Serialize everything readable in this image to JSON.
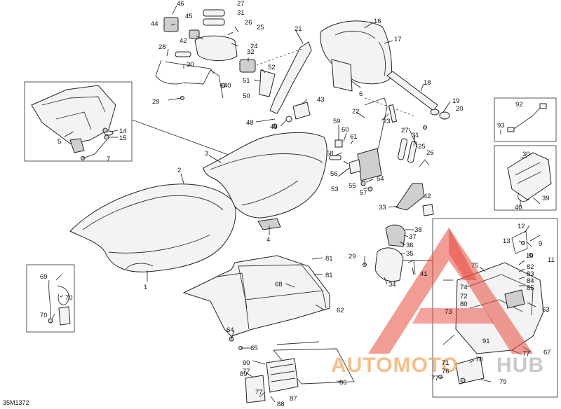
{
  "drawing_code": "35M1372",
  "watermark": {
    "text_part1": "AUTOMOTO",
    "text_part2": "HUB",
    "tri_color": "#e8453c"
  },
  "callouts": {
    "c1": "1",
    "c2": "2",
    "c3": "3",
    "c4": "4",
    "c5": "5",
    "c6": "6",
    "c7": "7",
    "c9": "9",
    "c10": "10",
    "c11": "11",
    "c12": "12",
    "c13": "13",
    "c14": "14",
    "c15": "15",
    "c16": "16",
    "c17": "17",
    "c18": "18",
    "c19": "19",
    "c20": "20",
    "c21": "21",
    "c22": "22",
    "c23": "23",
    "c24": "24",
    "c25": "25",
    "c26": "26",
    "c27": "27",
    "c28": "28",
    "c29": "29",
    "c30": "30",
    "c31": "31",
    "c32": "32",
    "c33": "33",
    "c34": "34",
    "c35": "35",
    "c36": "36",
    "c37": "37",
    "c38": "38",
    "c39": "39",
    "c40": "40",
    "c41": "41",
    "c42": "42",
    "c43": "43",
    "c44": "44",
    "c45": "45",
    "c46": "46",
    "c48": "48",
    "c49": "49",
    "c50": "50",
    "c51": "51",
    "c52": "52",
    "c53": "53",
    "c54": "54",
    "c55": "55",
    "c56": "56",
    "c57": "57",
    "c58": "58",
    "c59": "59",
    "c60": "60",
    "c61": "61",
    "c62": "62",
    "c63": "63",
    "c64": "64",
    "c65": "65",
    "c67": "67",
    "c68": "68",
    "c69": "69",
    "c70": "70",
    "c71": "71",
    "c72": "72",
    "c73": "73",
    "c74": "74",
    "c75": "75",
    "c76": "76",
    "c77": "77",
    "c78": "78",
    "c79": "79",
    "c80": "80",
    "c81": "81",
    "c82": "82",
    "c83": "83",
    "c84": "84",
    "c85": "85",
    "c86": "86",
    "c87": "87",
    "c88": "88",
    "c89": "89",
    "c90": "90",
    "c91": "91",
    "c92": "92",
    "c93": "93"
  }
}
